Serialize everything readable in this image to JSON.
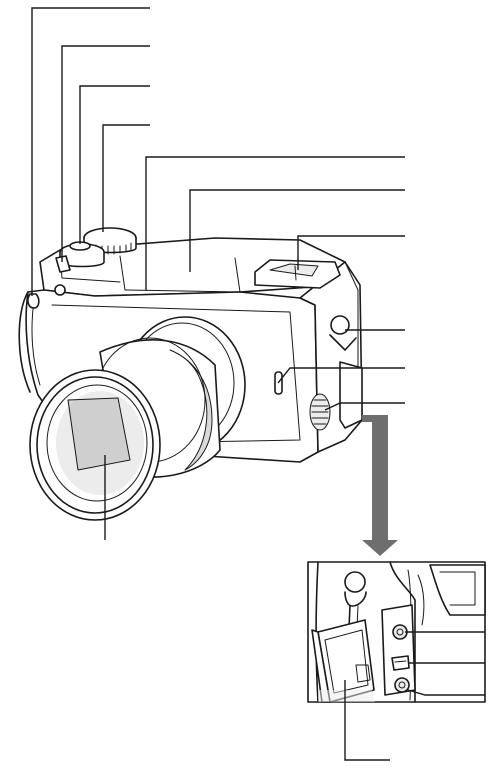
{
  "diagram": {
    "leader_count_top": 11,
    "leader_count_inset": 4,
    "colors": {
      "line": "#1a1a1a",
      "shade": "#d9d9d9",
      "arrow": "#6e6e6e",
      "background": "#ffffff"
    },
    "parts": [
      "strap-eyelet-left",
      "self-timer-lamp",
      "shutter-button",
      "zoom-lever",
      "mode-dial",
      "flash",
      "lens-barrel",
      "hot-shoe",
      "strap-eyelet-right",
      "microphone",
      "speaker",
      "lens",
      "terminal-cover",
      "av-out-terminal",
      "digital-terminal",
      "dc-in-terminal"
    ]
  }
}
